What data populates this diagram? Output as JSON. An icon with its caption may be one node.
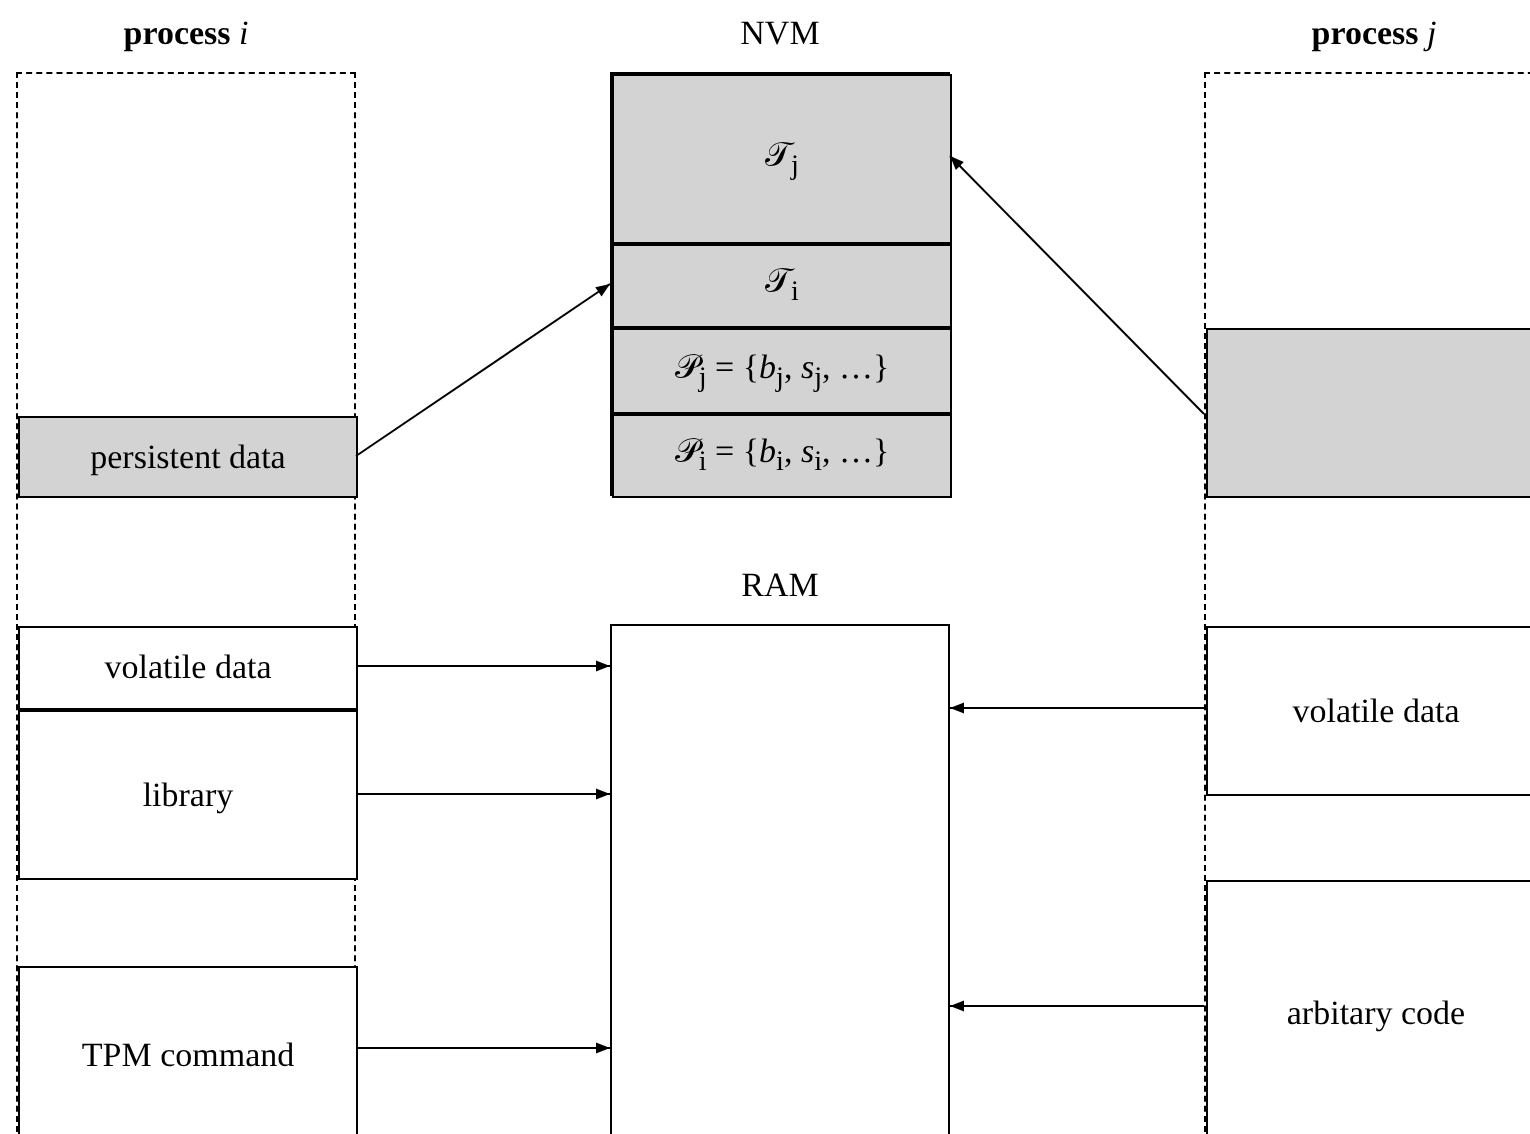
{
  "diagram": {
    "nodes": [
      {
        "text": [
          "**process** *i*"
        ]
      },
      {
        "text": [
          "persistent data"
        ],
        "in": 0
      },
      {
        "text": [
          "volatile data"
        ],
        "in": 0
      },
      {
        "text": [
          "library"
        ],
        "in": 0
      },
      {
        "text": [
          "TPM command"
        ],
        "in": 0
      },
      {
        "text": [
          "NVM"
        ]
      },
      {
        "text": [
          "𝒯$_{j}$"
        ],
        "in": 5
      },
      {
        "text": [
          "𝒯$_{i}$"
        ],
        "in": 5
      },
      {
        "text": [
          "𝒫$_{j}$ = {*b*$_{j}$, *s*$_{j}$, …}"
        ],
        "in": 5
      },
      {
        "text": [
          "𝒫$_{i}$ = {*b*$_{i}$, *s*$_{i}$, …}"
        ],
        "in": 5
      },
      {
        "text": [
          "RAM"
        ]
      },
      {
        "text": [
          "**process** *j*"
        ]
      },
      {
        "text": [],
        "shape": "box",
        "in": 11
      },
      {
        "text": [
          "volatile data"
        ],
        "in": 11
      },
      {
        "text": [
          "arbitary code"
        ],
        "in": 11
      }
    ],
    "edges": [
      {
        "from": 1,
        "to": 7,
        "arrow": "to"
      },
      {
        "from": 12,
        "to": 6,
        "arrow": "to"
      },
      {
        "from": 2,
        "to": 10,
        "arrow": "to"
      },
      {
        "from": 3,
        "to": 10,
        "arrow": "to"
      },
      {
        "from": 4,
        "to": 10,
        "arrow": "to"
      },
      {
        "from": 13,
        "to": 10,
        "arrow": "to"
      },
      {
        "from": 14,
        "to": 10,
        "arrow": "to"
      }
    ]
  }
}
